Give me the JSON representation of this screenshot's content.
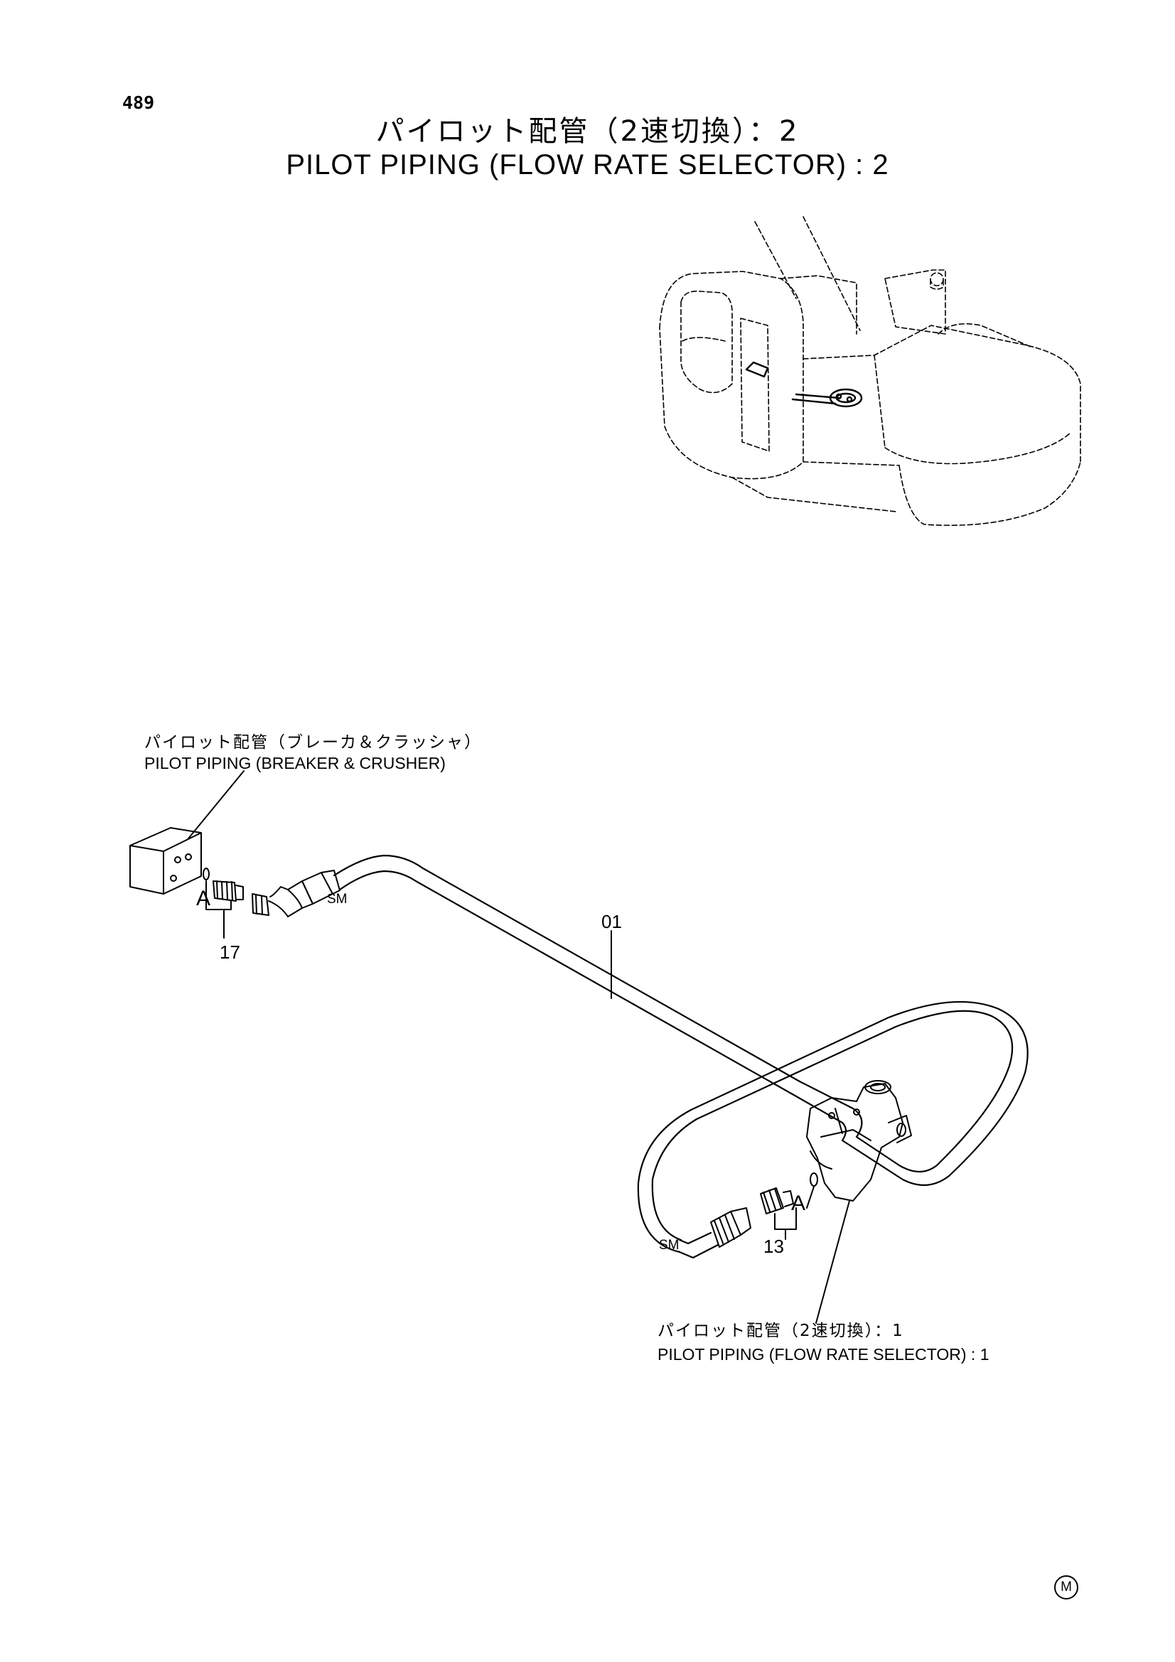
{
  "page_number": "489",
  "title": {
    "japanese": "パイロット配管（2速切換）：2",
    "english": "PILOT PIPING (FLOW RATE SELECTOR) : 2"
  },
  "references": {
    "breaker_crusher": {
      "japanese": "パイロット配管（ブレーカ＆クラッシャ）",
      "english": "PILOT PIPING (BREAKER & CRUSHER)"
    },
    "flow_rate_selector_1": {
      "japanese": "パイロット配管（2速切換）：1",
      "english": "PILOT PIPING (FLOW RATE SELECTOR) : 1"
    }
  },
  "callouts": {
    "hose": "01",
    "fitting_left": "17",
    "fitting_right": "13",
    "port_left": "A",
    "port_right": "A",
    "sm_left": "SM",
    "sm_right": "SM"
  },
  "maker_mark": "M"
}
